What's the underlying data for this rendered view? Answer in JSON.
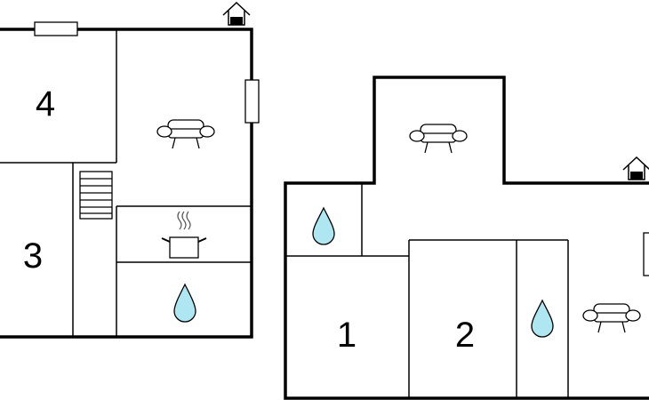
{
  "floorplan": {
    "left_floor": {
      "rooms": [
        {
          "id": "room-4",
          "label": "4"
        },
        {
          "id": "room-3",
          "label": "3"
        }
      ],
      "icons": [
        "entrance-icon",
        "window-icon",
        "sofa-icon",
        "stairs-icon",
        "cooking-pot-icon",
        "water-drop-icon"
      ]
    },
    "right_floor": {
      "rooms": [
        {
          "id": "room-1",
          "label": "1"
        },
        {
          "id": "room-2",
          "label": "2"
        }
      ],
      "icons": [
        "entrance-icon",
        "sofa-icon",
        "water-drop-icon",
        "window-icon"
      ]
    },
    "colors": {
      "wall": "#000000",
      "water": "#aee6f1",
      "background": "#ffffff"
    }
  }
}
